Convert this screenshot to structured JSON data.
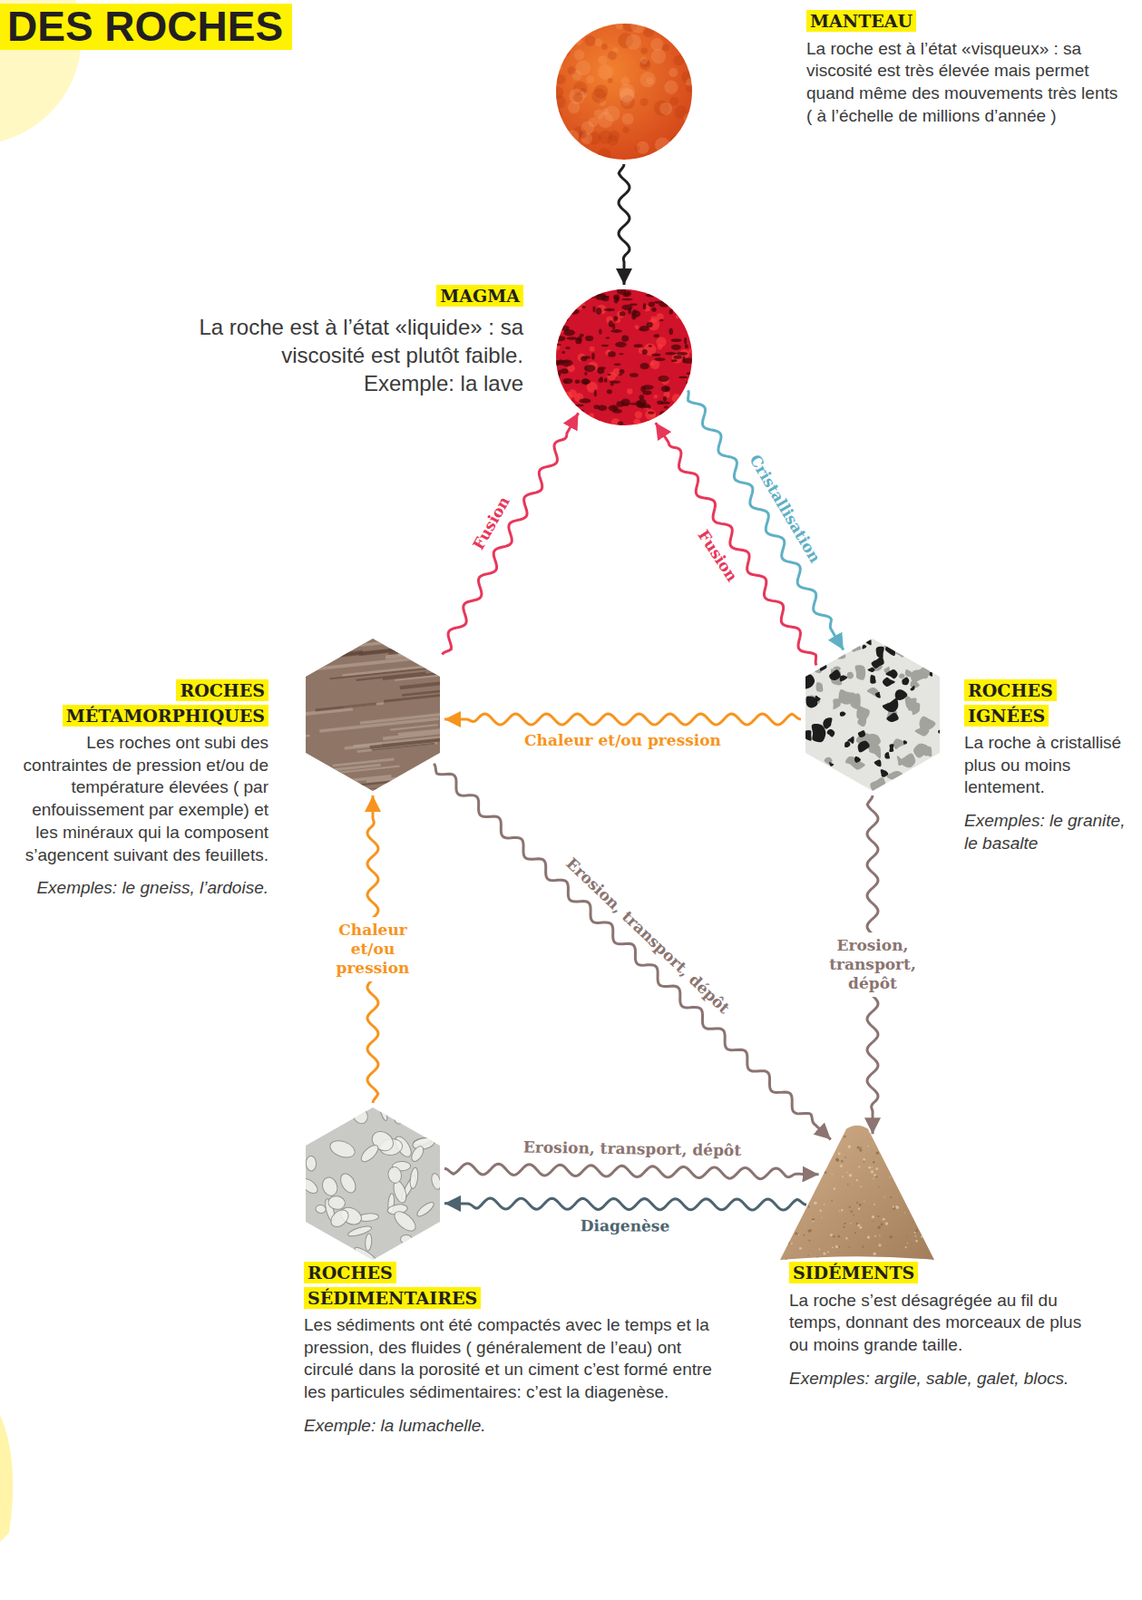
{
  "diagram": {
    "title": "DES ROCHES",
    "nodes": [
      {
        "text": [
          "MANTEAU",
          "La roche est à l’état «visqueux» : sa viscosité est très élevée mais permet quand même des mouvements très lents ( à l’échelle de millions d’année )"
        ]
      },
      {
        "text": [
          "MAGMA",
          "La roche est à l’état «liquide» : sa viscosité est plutôt faible.",
          "Exemple: la lave"
        ]
      },
      {
        "text": [
          "ROCHES MÉTAMORPHIQUES",
          "Les roches ont subi des contraintes de pression et/ou de température élevées ( par enfouissement par exemple) et les minéraux qui la composent s’agencent suivant des feuillets.",
          "Exemples: le gneiss, l’ardoise."
        ]
      },
      {
        "text": [
          "ROCHES IGNÉES",
          "La roche à cristallisé plus ou moins lentement.",
          "Exemples: le granite, le basalte"
        ]
      },
      {
        "text": [
          "ROCHES SÉDIMENTAIRES",
          "Les sédiments ont été compactés avec le temps et la pression, des fluides ( généralement de l’eau) ont circulé dans la porosité et un ciment c’est formé entre les particules sédimentaires: c’est la diagenèse.",
          "Exemple: la lumachelle."
        ]
      },
      {
        "text": [
          "SIDÉMENTS",
          "La roche s’est désagrégée au fil du temps, donnant des morceaux de plus ou moins grande taille.",
          "Exemples: argile, sable, galet, blocs."
        ]
      }
    ],
    "edges": [
      {
        "from": 0,
        "to": 1,
        "arrow": "to"
      },
      {
        "from": 2,
        "to": 1,
        "label": "Fusion",
        "arrow": "to"
      },
      {
        "from": 1,
        "to": 3,
        "label": "Cristallisation",
        "arrow": "to"
      },
      {
        "from": 3,
        "to": 1,
        "label": "Fusion",
        "arrow": "to"
      },
      {
        "from": 3,
        "to": 2,
        "label": "Chaleur et/ou pression",
        "arrow": "to"
      },
      {
        "from": 4,
        "to": 2,
        "label": "Chaleur et/ou pression",
        "arrow": "to"
      },
      {
        "from": 2,
        "to": 5,
        "label": "Erosion, transport, dépôt",
        "arrow": "to"
      },
      {
        "from": 3,
        "to": 5,
        "label": "Erosion, transport, dépôt",
        "arrow": "to"
      },
      {
        "from": 4,
        "to": 5,
        "label": "Erosion, transport, dépôt",
        "arrow": "to"
      },
      {
        "from": 5,
        "to": 4,
        "label": "Diagenèse",
        "arrow": "to"
      }
    ]
  }
}
